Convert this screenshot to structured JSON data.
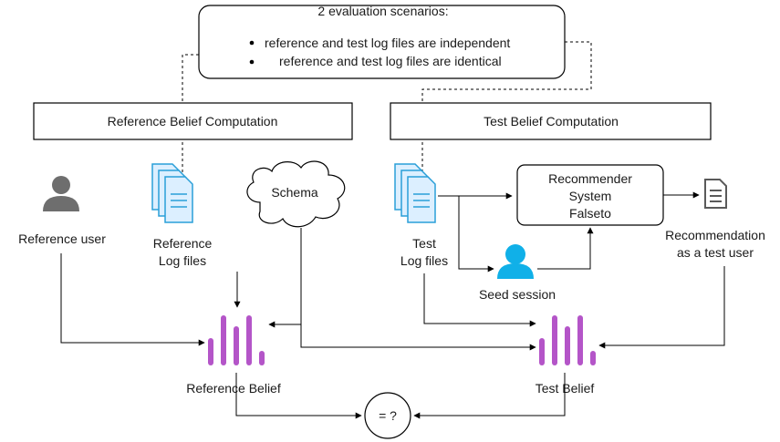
{
  "scenarios": {
    "title": "2 evaluation scenarios:",
    "items": [
      "reference and test log files are independent",
      "reference and test log files are identical"
    ]
  },
  "boxes": {
    "reference_computation": "Reference Belief Computation",
    "test_computation": "Test Belief Computation"
  },
  "nodes": {
    "reference_user": "Reference user",
    "reference_logs": [
      "Reference",
      "Log files"
    ],
    "schema": "Schema",
    "test_logs": [
      "Test",
      "Log files"
    ],
    "recommender": [
      "Recommender",
      "System",
      "Falseto"
    ],
    "recommendation": [
      "Recommendation",
      "as a test user"
    ],
    "seed_session": "Seed session",
    "reference_belief": "Reference Belief",
    "test_belief": "Test Belief",
    "compare": "= ?"
  },
  "colors": {
    "line": "#000000",
    "doc_fill": "#dcefff",
    "doc_stroke": "#2a9fd8",
    "belief_bars": "#b455c8",
    "ref_user": "#6e6e6e",
    "seed_user": "#10b0e8",
    "rec_doc": "#5a5a5a"
  },
  "icons": {
    "reference_user": "user-icon",
    "seed_session": "user-icon",
    "logs": "document-stack-icon",
    "recommendation": "document-icon",
    "belief": "bar-chart-icon",
    "schema": "cloud-shape"
  }
}
